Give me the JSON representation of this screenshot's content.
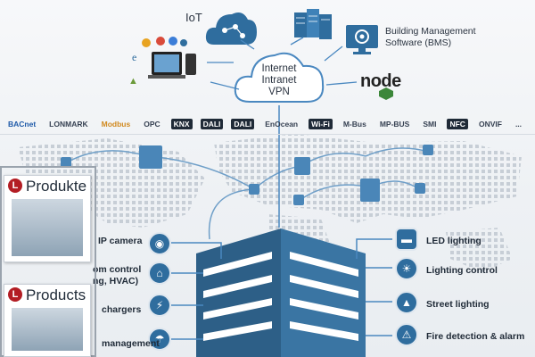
{
  "top": {
    "iot_label": "IoT",
    "bms_label_line1": "Building Management",
    "bms_label_line2": "Software (BMS)",
    "cloud_line1": "Internet",
    "cloud_line2": "Intranet",
    "cloud_line3": "VPN",
    "node_label": "node"
  },
  "protocols": [
    "BACnet",
    "LONMARK",
    "Modbus",
    "OPC",
    "KNX",
    "DALI",
    "DALI",
    "EnOcean",
    "Wi-Fi",
    "M-Bus",
    "MP-BUS",
    "SMI",
    "NFC",
    "ONVIF",
    "..."
  ],
  "left_labels": {
    "ip_camera": "IP camera",
    "room_control_line1": "om control",
    "room_control_line2": "ng, HVAC)",
    "chargers": "chargers",
    "management": "management"
  },
  "right_labels": {
    "led_lighting": "LED lighting",
    "lighting_control": "Lighting control",
    "street_lighting": "Street lighting",
    "fire_detection": "Fire detection & alarm"
  },
  "brochures": {
    "produkte": "Produkte",
    "products": "Products"
  },
  "colors": {
    "accent": "#2f6d9e",
    "building": "#2d5f87",
    "cloud_stroke": "#4a88c0",
    "brand_red": "#b31d24"
  }
}
